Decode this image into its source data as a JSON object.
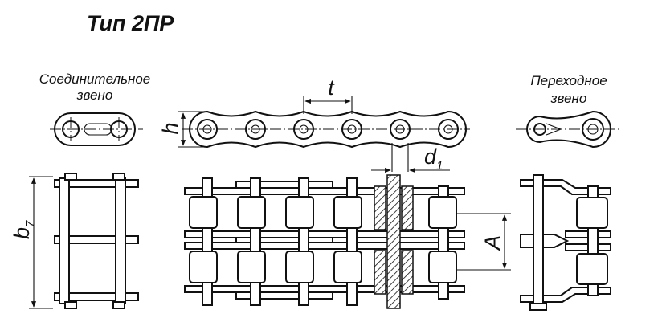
{
  "title": "Тип 2ПР",
  "captions": {
    "connecting_link_line1": "Соединительное",
    "connecting_link_line2": "звено",
    "transition_link_line1": "Переходное",
    "transition_link_line2": "звено"
  },
  "dimensions": {
    "pitch": "t",
    "plate_height": "h",
    "pin_diameter_base": "d",
    "pin_diameter_sub": "1",
    "width_base": "b",
    "width_sub": "7",
    "row_spacing": "A"
  }
}
